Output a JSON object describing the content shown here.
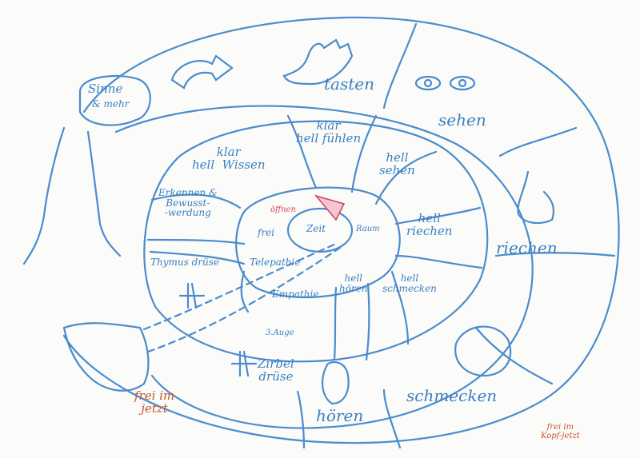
{
  "colors": {
    "ink_blue": "#3a7fc1",
    "ink_red": "#c2572c",
    "ink_pink": "#d23f5f",
    "paper": "#fbfbf9"
  },
  "bubble": {
    "line1": "Sinne",
    "line2": "& mehr"
  },
  "outer": {
    "tasten": "tasten",
    "sehen": "sehen",
    "riechen": "riechen",
    "schmecken": "schmecken",
    "hoeren": "hören",
    "zirbel": "Zirbel\ndrüse",
    "auge": "3.Auge",
    "thymus": "Thymus drüse"
  },
  "middle": {
    "klar_wissen": "klar\nhell  Wissen",
    "klar_fuehlen": "klar\nhell fühlen",
    "hell_sehen": "hell\nsehen",
    "hell_riechen": "hell\nriechen",
    "hell_schmecken": "hell\nschmecken",
    "hell_hoeren": "hell\nhören",
    "empathie": "Empathie",
    "telepathie": "Telepathie",
    "erkennen": "Erkennen &\nBewusst-\n-werdung"
  },
  "center": {
    "offen": "öffnen",
    "frei": "frei",
    "zeit": "Zeit",
    "raum": "Raum"
  },
  "footer": {
    "frei_im_jetzt": "frei im\njetzt",
    "signature": "frei im\nKopf-jetzt"
  },
  "icons": [
    "hand-icon",
    "arrow-icon",
    "eyes-icon",
    "nose-icon",
    "mouth-icon",
    "ear-icon",
    "face-figure-icon",
    "hand-root-icon",
    "figure-icon"
  ]
}
